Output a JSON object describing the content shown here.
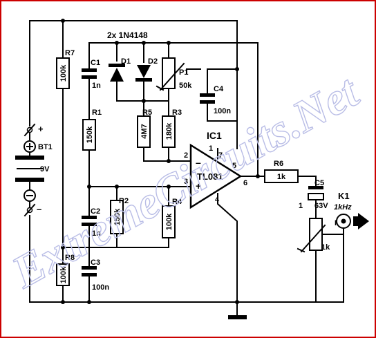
{
  "diode_header": "2x 1N4148",
  "watermark": "ExtremeCircuits.Net",
  "ic": {
    "ref": "IC1",
    "part": "TL081",
    "minus": "–",
    "plus": "+",
    "pin1": "1",
    "pin2": "2",
    "pin3": "3",
    "pin4": "4",
    "pin5": "5",
    "pin6": "6",
    "pin7": "7"
  },
  "battery": {
    "ref": "BT1",
    "voltage": "9V",
    "plus": "+",
    "minus": "–"
  },
  "resistors": {
    "R1": {
      "ref": "R1",
      "value": "150k"
    },
    "R2": {
      "ref": "R2",
      "value": "150k"
    },
    "R3": {
      "ref": "R3",
      "value": "180k"
    },
    "R4": {
      "ref": "R4",
      "value": "100k"
    },
    "R5": {
      "ref": "R5",
      "value": "4M7"
    },
    "R6": {
      "ref": "R6",
      "value": "1k"
    },
    "R7": {
      "ref": "R7",
      "value": "100k"
    },
    "R8": {
      "ref": "R8",
      "value": "100k"
    }
  },
  "capacitors": {
    "C1": {
      "ref": "C1",
      "value": "1n"
    },
    "C2": {
      "ref": "C2",
      "value": "1n"
    },
    "C3": {
      "ref": "C3",
      "value": "100n"
    },
    "C4": {
      "ref": "C4",
      "value": "100n"
    },
    "C5": {
      "ref": "C5",
      "value": "63V",
      "pin": "1"
    }
  },
  "diodes": {
    "D1": "D1",
    "D2": "D2"
  },
  "pots": {
    "P1": {
      "ref": "P1",
      "value": "50k"
    },
    "P2": {
      "ref": "P2",
      "value": "1k"
    }
  },
  "output": {
    "ref": "K1",
    "freq": "1kHz"
  },
  "colors": {
    "frame": "#cc0000",
    "wire": "#000000",
    "watermark": "#b9bde6"
  }
}
